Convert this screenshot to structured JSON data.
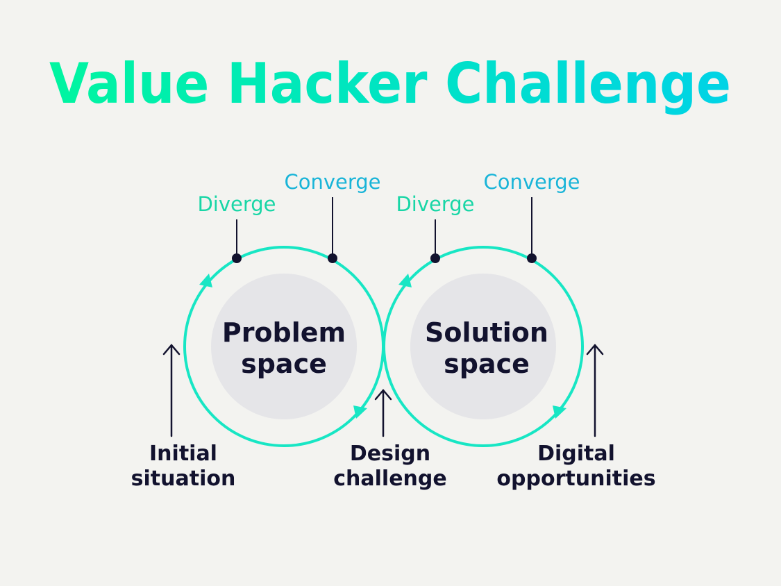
{
  "title": "Value Hacker Challenge",
  "colors": {
    "background": "#f3f3f0",
    "title_gradient_start": "#00f5a0",
    "title_gradient_end": "#00d3e6",
    "ring": "#17e6c4",
    "inner_disc": "#e5e5e8",
    "dark": "#12122e",
    "diverge": "#18d6a6",
    "converge": "#19b4d8"
  },
  "spaces": [
    {
      "lines": [
        "Problem",
        "space"
      ],
      "diverge": "Diverge",
      "converge": "Converge"
    },
    {
      "lines": [
        "Solution",
        "space"
      ],
      "diverge": "Diverge",
      "converge": "Converge"
    }
  ],
  "stages": [
    {
      "lines": [
        "Initial",
        "situation"
      ]
    },
    {
      "lines": [
        "Design",
        "challenge"
      ]
    },
    {
      "lines": [
        "Digital",
        "opportunities"
      ]
    }
  ],
  "icons": [
    "arrowhead-icon",
    "up-arrow-icon",
    "marker-dot-icon"
  ]
}
